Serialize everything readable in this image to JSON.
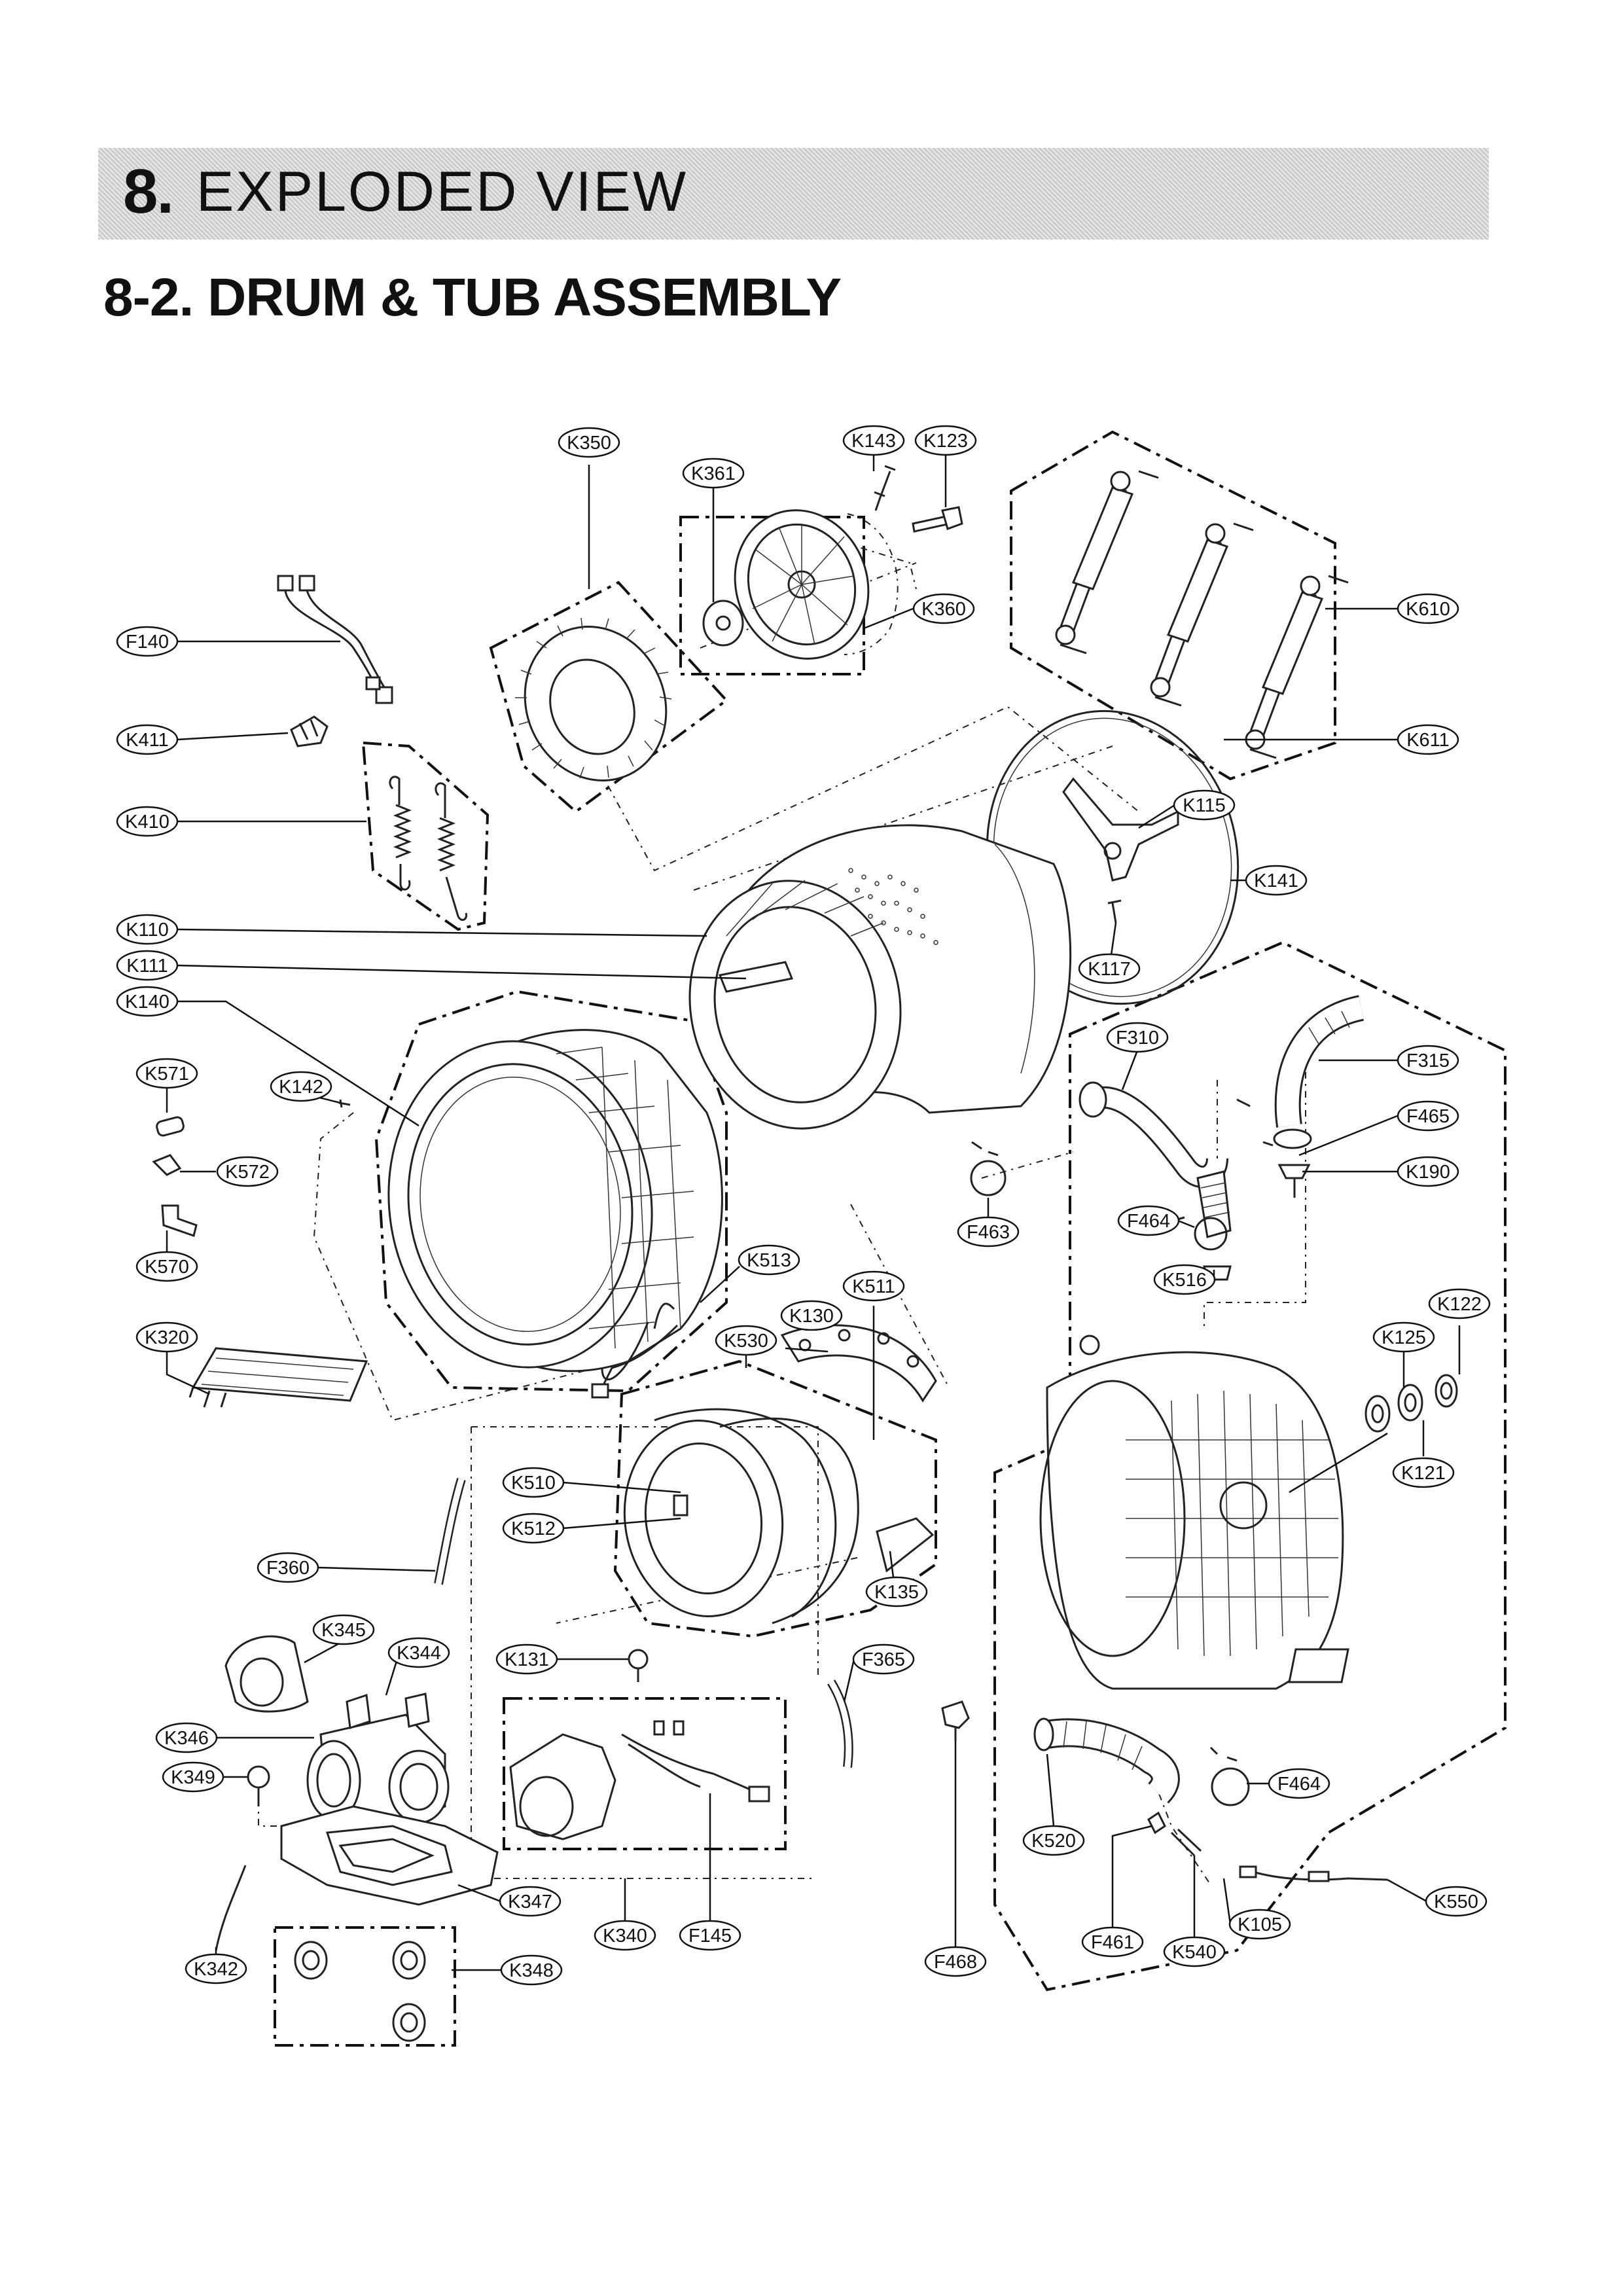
{
  "header": {
    "section_number": "8.",
    "section_title": "EXPLODED VIEW",
    "subtitle": "8-2. DRUM & TUB ASSEMBLY"
  },
  "parts": [
    {
      "id": "K350"
    },
    {
      "id": "K143"
    },
    {
      "id": "K123"
    },
    {
      "id": "K361"
    },
    {
      "id": "K360"
    },
    {
      "id": "K610"
    },
    {
      "id": "K611"
    },
    {
      "id": "F140"
    },
    {
      "id": "K411"
    },
    {
      "id": "K410"
    },
    {
      "id": "K115"
    },
    {
      "id": "K141"
    },
    {
      "id": "K117"
    },
    {
      "id": "K110"
    },
    {
      "id": "K111"
    },
    {
      "id": "K140"
    },
    {
      "id": "K571"
    },
    {
      "id": "K142"
    },
    {
      "id": "K572"
    },
    {
      "id": "K570"
    },
    {
      "id": "F310"
    },
    {
      "id": "F315"
    },
    {
      "id": "F465"
    },
    {
      "id": "K190"
    },
    {
      "id": "F463"
    },
    {
      "id": "F464"
    },
    {
      "id": "K516"
    },
    {
      "id": "K513"
    },
    {
      "id": "K511"
    },
    {
      "id": "K130"
    },
    {
      "id": "K530"
    },
    {
      "id": "K320"
    },
    {
      "id": "K122"
    },
    {
      "id": "K125"
    },
    {
      "id": "K121"
    },
    {
      "id": "K510"
    },
    {
      "id": "K512"
    },
    {
      "id": "F360"
    },
    {
      "id": "K135"
    },
    {
      "id": "K345"
    },
    {
      "id": "K344"
    },
    {
      "id": "K131"
    },
    {
      "id": "F365"
    },
    {
      "id": "K346"
    },
    {
      "id": "K349"
    },
    {
      "id": "F464"
    },
    {
      "id": "K347"
    },
    {
      "id": "K340"
    },
    {
      "id": "F145"
    },
    {
      "id": "K520"
    },
    {
      "id": "K550"
    },
    {
      "id": "F461"
    },
    {
      "id": "K540"
    },
    {
      "id": "K105"
    },
    {
      "id": "K342"
    },
    {
      "id": "K348"
    },
    {
      "id": "F468"
    }
  ]
}
